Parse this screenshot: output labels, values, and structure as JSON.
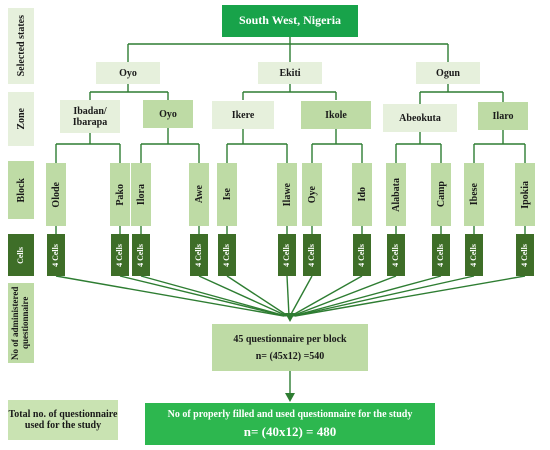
{
  "title": "South West, Nigeria",
  "row_labels": {
    "states": "Selected states",
    "zone": "Zone",
    "block": "Block",
    "cells": "Cells",
    "questionnaire": "No of administered questionnaire",
    "total": "Total no. of questionnaire used for the study"
  },
  "states": [
    "Oyo",
    "Ekiti",
    "Ogun"
  ],
  "zones": [
    "Ibadan/ Ibarapa",
    "Oyo",
    "Ikere",
    "Ikole",
    "Abeokuta",
    "Ilaro"
  ],
  "blocks": [
    "Olode",
    "Pako",
    "Ilora",
    "Awe",
    "Ise",
    "Ilawe",
    "Oye",
    "Ido",
    "Alabata",
    "Camp",
    "Ibese",
    "Ipokia"
  ],
  "cells_label": "4 Cells",
  "administered": {
    "line1": "45 questionnaire per block",
    "line2": "n= (45x12) =540"
  },
  "final": {
    "line1": "No of properly filled and used questionnaire for the study",
    "line2": "n= (40x12) = 480"
  },
  "colors": {
    "line": "#2e7d32",
    "root": "#18a34a",
    "pale": "#e6f0dc",
    "mid": "#bedba5",
    "dark": "#3e6e28",
    "bright": "#2db74f"
  }
}
